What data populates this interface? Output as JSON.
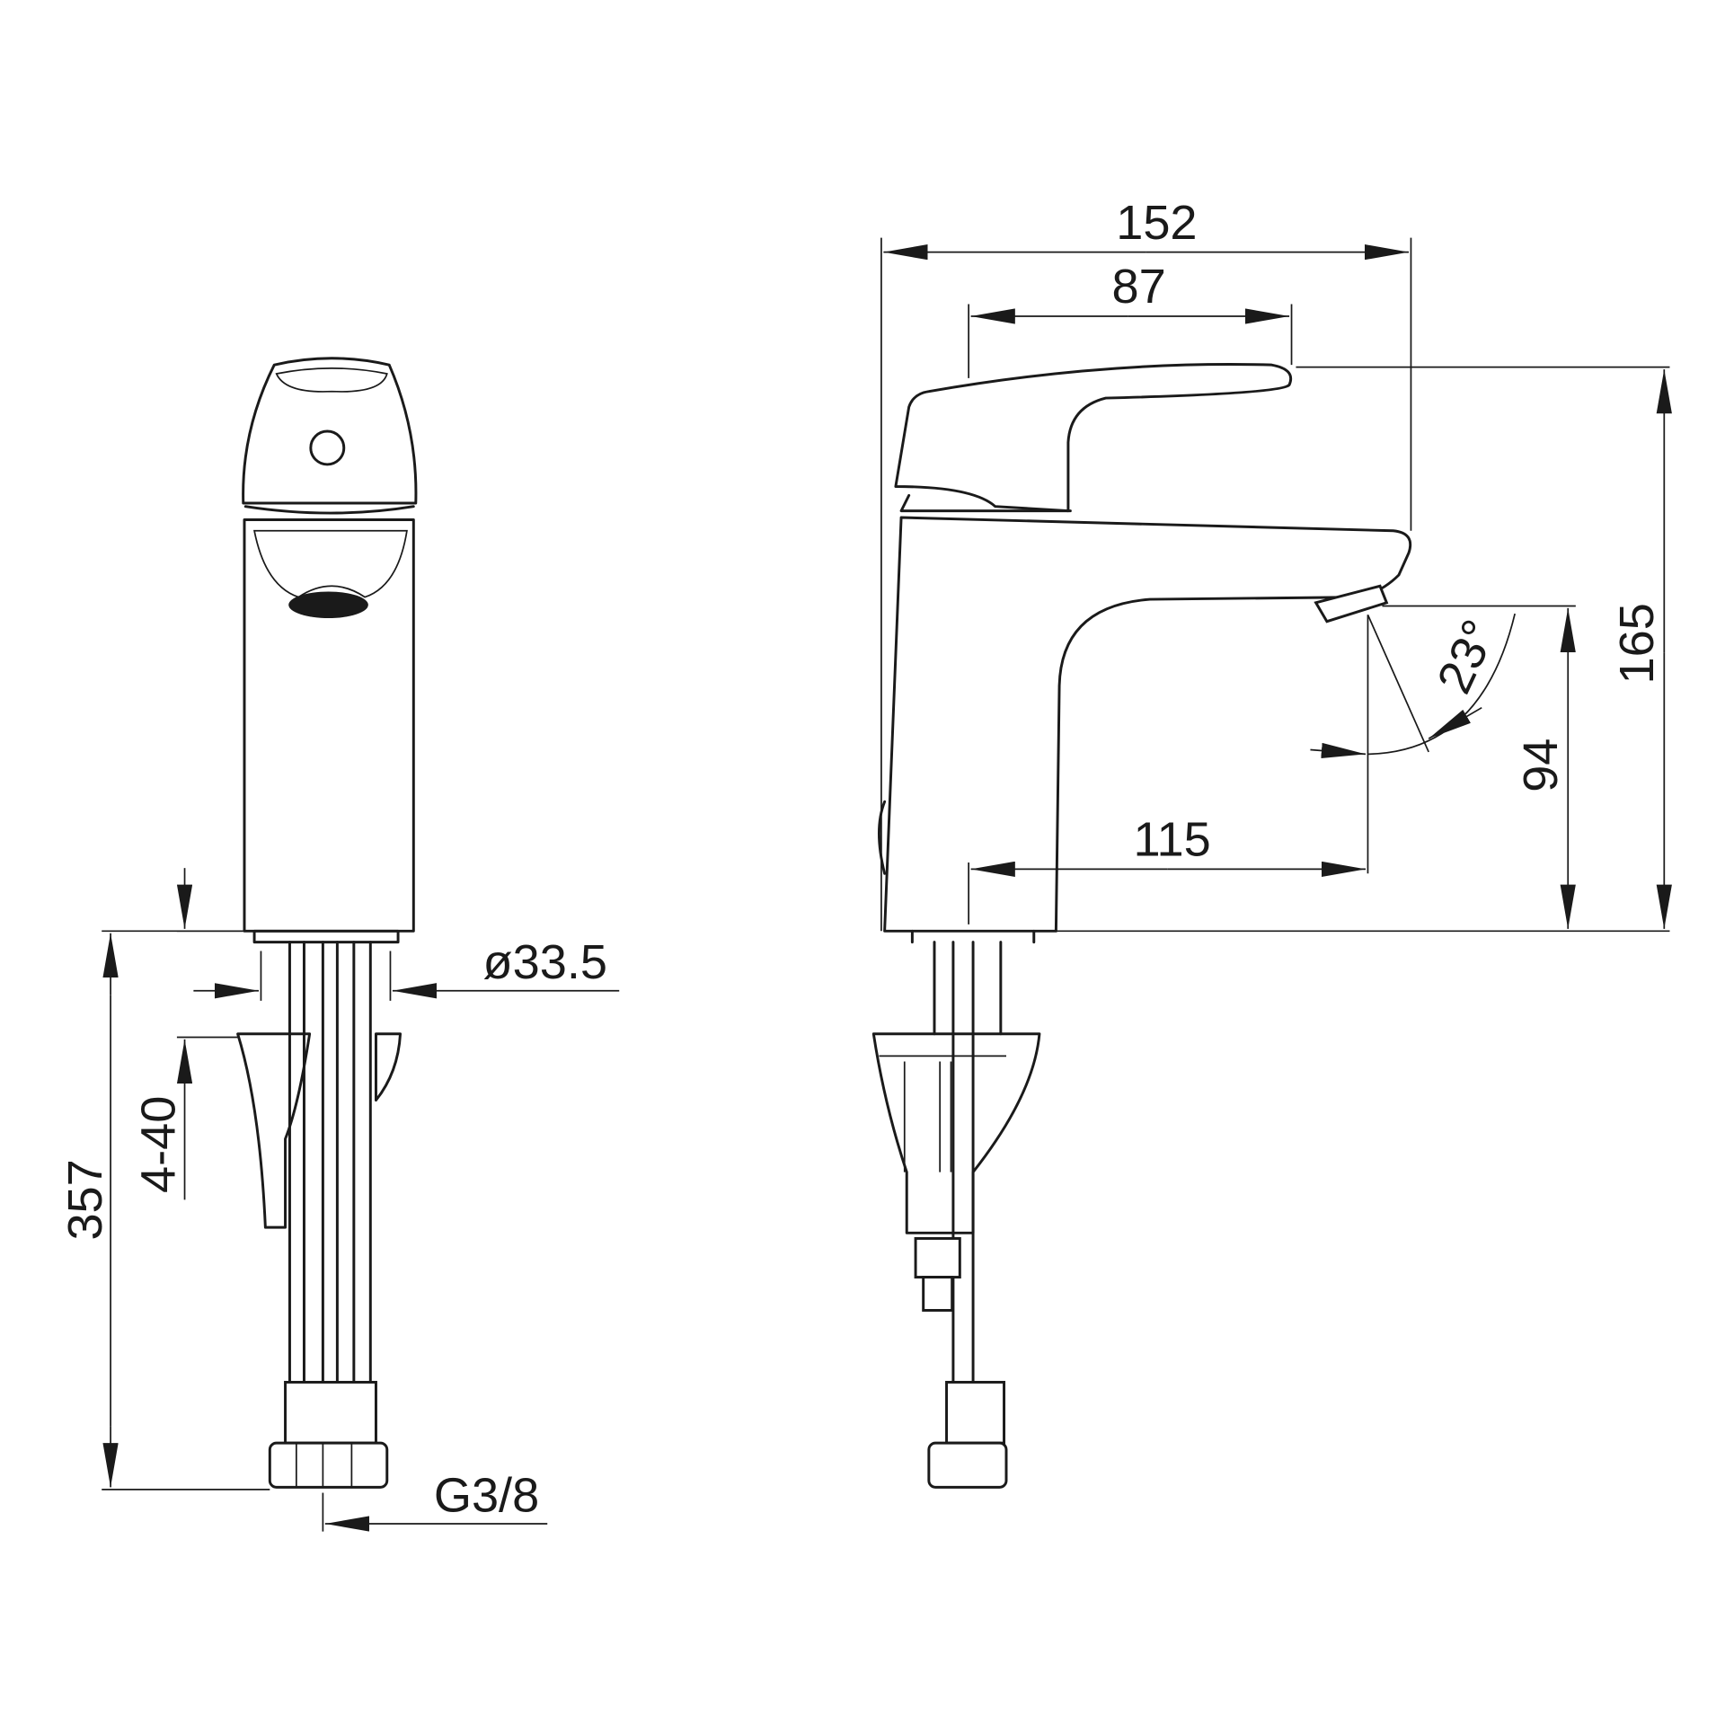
{
  "title": "Faucet dimension drawing",
  "colors": {
    "line": "#1a1a1a",
    "background": "#ffffff"
  },
  "front_view": {
    "dimensions": {
      "total_height": "357",
      "deck_thickness": "4-40",
      "hole_diameter": "ø33.5",
      "connection": "G3/8"
    }
  },
  "side_view": {
    "dimensions": {
      "total_depth": "152",
      "lever_length": "87",
      "height": "165",
      "spout_height": "94",
      "spout_reach": "115",
      "spout_angle": "23°"
    }
  }
}
